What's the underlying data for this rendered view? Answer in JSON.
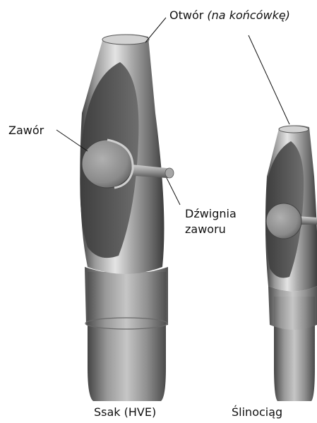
{
  "labels": {
    "opening_main": "Otwór",
    "opening_note": "(na końcówkę)",
    "valve": "Zawór",
    "lever_line1": "Dźwignia",
    "lever_line2": "zaworu",
    "hve_caption": "Ssak (HVE)",
    "saliva_caption": "Ślinociąg"
  },
  "colors": {
    "metal_dark": "#3c3c3c",
    "metal_mid": "#8a8a8a",
    "metal_light": "#e0e0e0",
    "background": "#ffffff"
  }
}
